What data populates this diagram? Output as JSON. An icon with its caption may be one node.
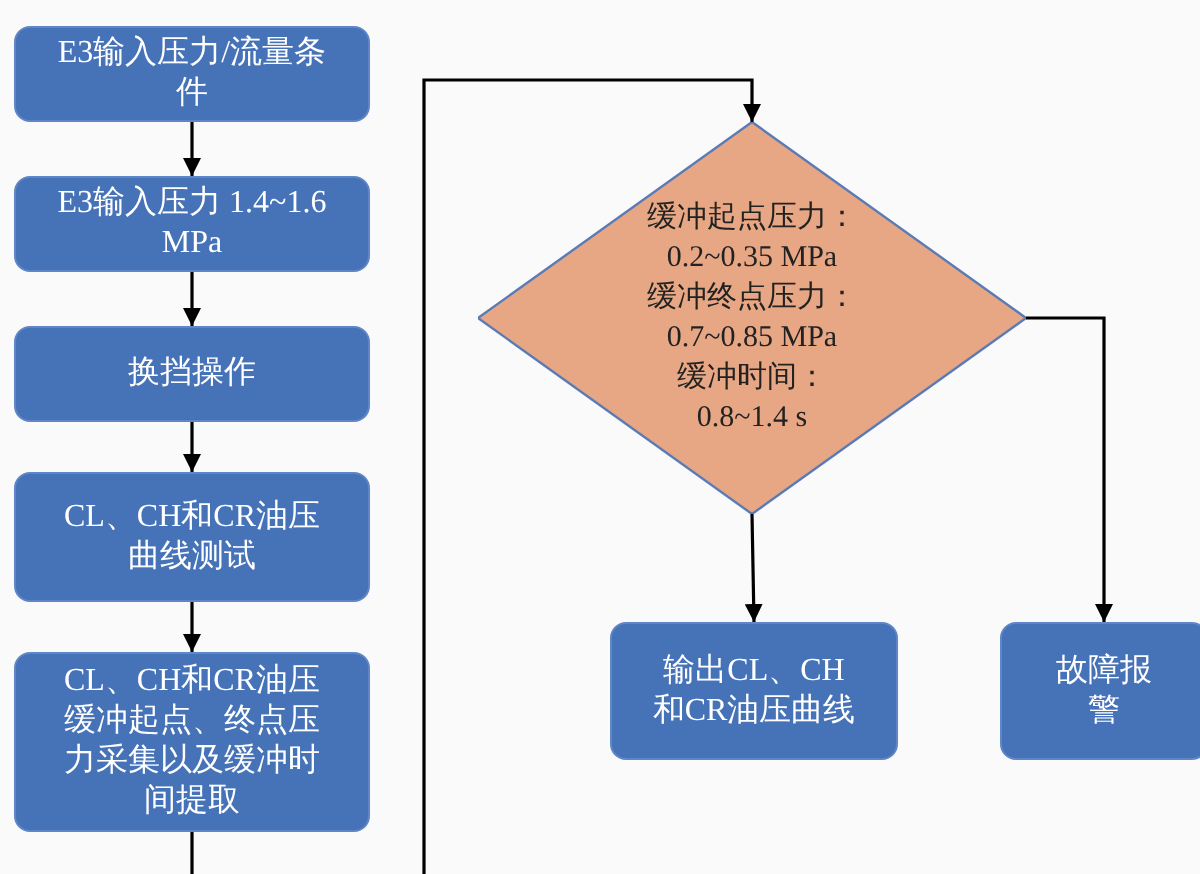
{
  "diagram": {
    "nodes": [
      {
        "text": [
          "E3输入压力/流量条件"
        ]
      },
      {
        "text": [
          "E3输入压力 1.4~1.6 MPa"
        ]
      },
      {
        "text": [
          "换挡操作"
        ]
      },
      {
        "text": [
          "CL、CH和CR油压曲线测试"
        ]
      },
      {
        "text": [
          "CL、CH和CR油压缓冲起点、终点压力采集以及缓冲时间提取"
        ]
      },
      {
        "text": [
          "缓冲起点压力：",
          "0.2~0.35 MPa",
          "缓冲终点压力：",
          "0.7~0.85 MPa",
          "缓冲时间：",
          "0.8~1.4 s"
        ]
      },
      {
        "text": [
          "输出CL、CH和CR油压曲线"
        ]
      },
      {
        "text": [
          "故障报警"
        ]
      }
    ],
    "edges": [
      {
        "from": 0,
        "to": 1,
        "arrow": "to"
      },
      {
        "from": 1,
        "to": 2,
        "arrow": "to"
      },
      {
        "from": 2,
        "to": 3,
        "arrow": "to"
      },
      {
        "from": 3,
        "to": 4,
        "arrow": "to"
      },
      {
        "from": 4,
        "to": 5,
        "arrow": "to"
      },
      {
        "from": 5,
        "to": 6,
        "arrow": "to"
      },
      {
        "from": 5,
        "to": 7,
        "arrow": "to"
      }
    ]
  }
}
